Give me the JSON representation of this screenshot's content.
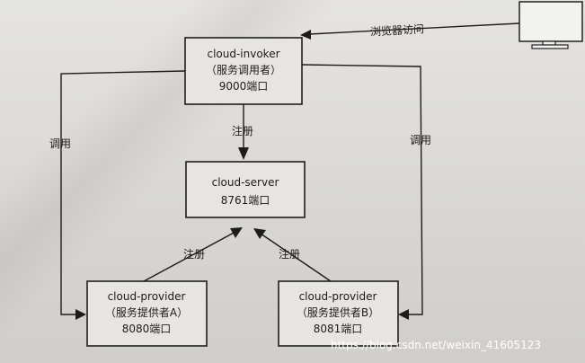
{
  "nodes": {
    "invoker": {
      "line1": "cloud-invoker",
      "line2": "（服务调用者）",
      "line3": "9000端口"
    },
    "server": {
      "line1": "cloud-server",
      "line2": "8761端口"
    },
    "provider_a": {
      "line1": "cloud-provider",
      "line2": "（服务提供者A）",
      "line3": "8080端口"
    },
    "provider_b": {
      "line1": "cloud-provider",
      "line2": "（服务提供者B）",
      "line3": "8081端口"
    }
  },
  "labels": {
    "browser_access": "浏览器访问",
    "register_invoker": "注册",
    "register_a": "注册",
    "register_b": "注册",
    "call_left": "调用",
    "call_right": "调用"
  },
  "watermark": "https://blog.csdn.net/weixin_41605123",
  "icons": {
    "browser_client": "monitor-icon"
  }
}
